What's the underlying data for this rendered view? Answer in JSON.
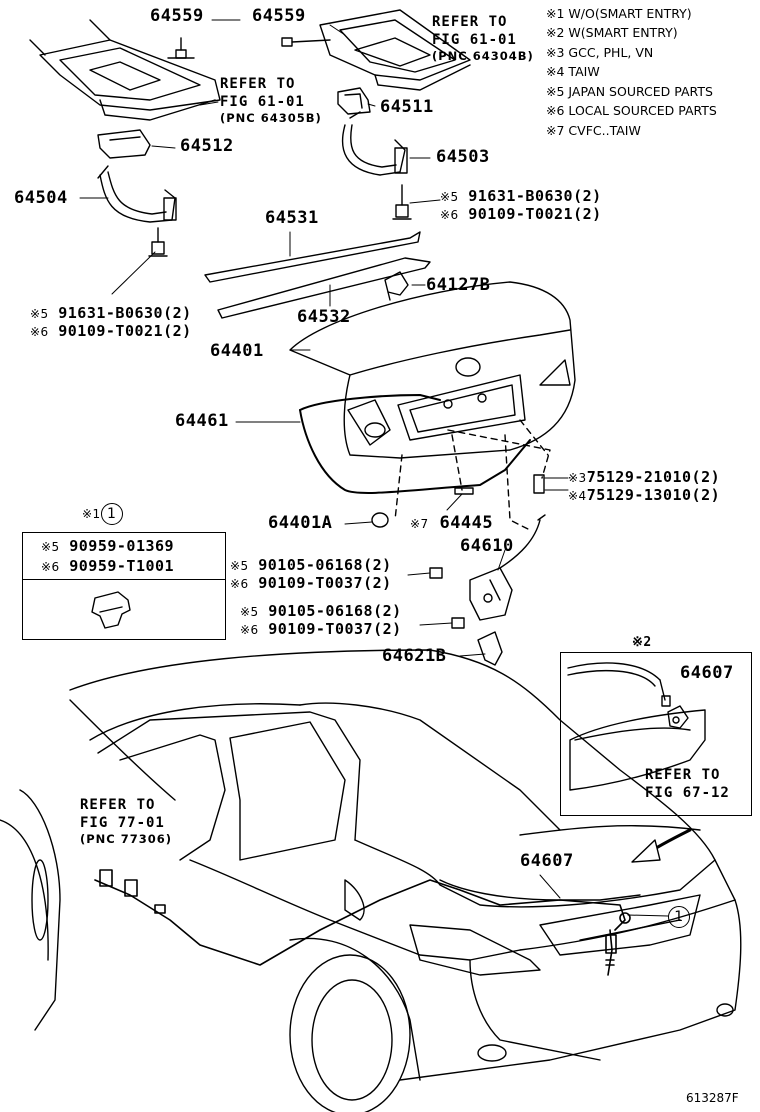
{
  "notes": [
    {
      "mark": "※1",
      "text": "W/O(SMART ENTRY)"
    },
    {
      "mark": "※2",
      "text": "W(SMART ENTRY)"
    },
    {
      "mark": "※3",
      "text": "GCC, PHL, VN"
    },
    {
      "mark": "※4",
      "text": "TAIW"
    },
    {
      "mark": "※5",
      "text": "JAPAN SOURCED PARTS"
    },
    {
      "mark": "※6",
      "text": "LOCAL SOURCED PARTS"
    },
    {
      "mark": "※7",
      "text": "CVFC..TAIW"
    }
  ],
  "parts": {
    "p64559a": "64559",
    "p64559b": "64559",
    "p64511": "64511",
    "p64512": "64512",
    "p64503": "64503",
    "p64504": "64504",
    "p64531": "64531",
    "p64532": "64532",
    "p64127B": "64127B",
    "p64401": "64401",
    "p64461": "64461",
    "p64401A": "64401A",
    "p64445": "64445",
    "p64610": "64610",
    "p64621B": "64621B",
    "p64607a": "64607",
    "p64607b": "64607"
  },
  "refs": {
    "fig6101a": {
      "line1": "REFER TO",
      "line2": "FIG 61-01",
      "pnc": "(PNC 64304B)"
    },
    "fig6101b": {
      "line1": "REFER TO",
      "line2": "FIG 61-01",
      "pnc": "(PNC 64305B)"
    },
    "fig6712": {
      "line1": "REFER TO",
      "line2": "FIG 67-12"
    },
    "fig7701": {
      "line1": "REFER TO",
      "line2": "FIG 77-01",
      "pnc": "(PNC 77306)"
    }
  },
  "marks": {
    "m5": "※5",
    "m6": "※6",
    "m7": "※7",
    "m3": "※3",
    "m4": "※4",
    "m1": "※1",
    "m2": "※2",
    "circle1": "1"
  },
  "bolts": {
    "right1": "91631-B0630(2)",
    "right2": "90109-T0021(2)",
    "left1": "91631-B0630(2)",
    "left2": "90109-T0021(2)",
    "clip3": "75129-21010(2)",
    "clip4": "75129-13010(2)",
    "lock1a": "90105-06168(2)",
    "lock1b": "90109-T0037(2)",
    "lock2a": "90105-06168(2)",
    "lock2b": "90109-T0037(2)"
  },
  "legend_box": {
    "row1": "90959-01369",
    "row2": "90959-T1001"
  },
  "figure_id": "613287F"
}
